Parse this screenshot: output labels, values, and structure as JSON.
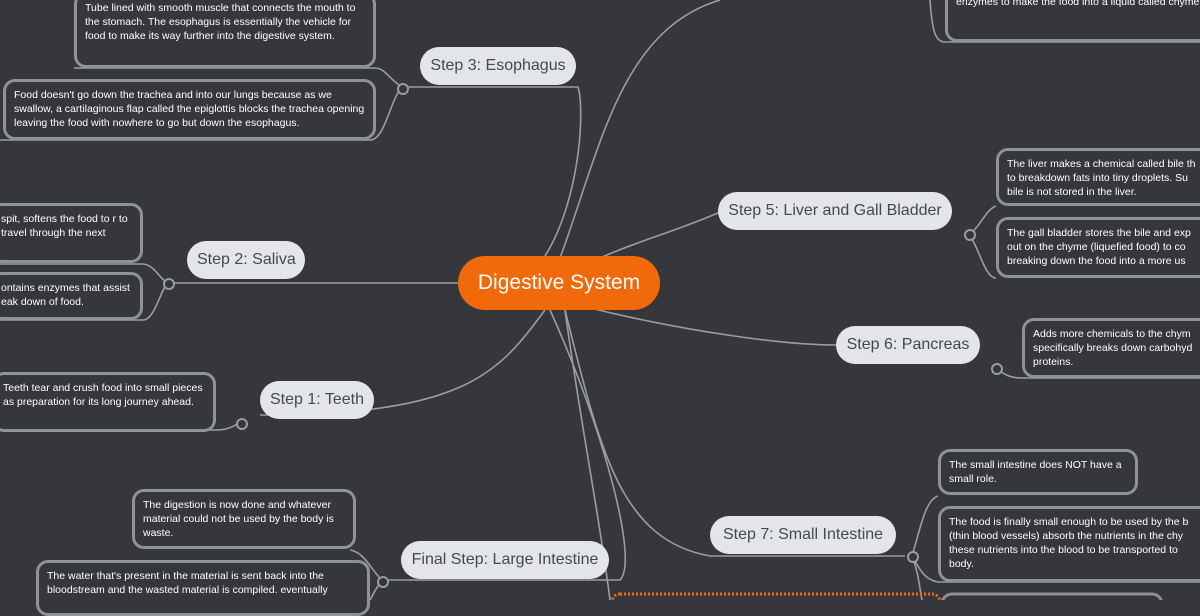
{
  "central": {
    "label": "Digestive System"
  },
  "steps": {
    "teeth": {
      "label": "Step 1: Teeth",
      "notes": [
        "Teeth tear and crush food into small pieces as preparation for its long journey ahead."
      ]
    },
    "saliva": {
      "label": "Step 2: Saliva",
      "notes": [
        "spit, softens the food to r to travel through the next",
        "ontains enzymes that assist eak down of food."
      ]
    },
    "esophagus": {
      "label": "Step 3: Esophagus",
      "notes": [
        "Tube lined with smooth muscle that connects the mouth to the stomach. The esophagus is essentially the vehicle for food to make its way further into the digestive system.",
        "Food doesn't go down the trachea and into our lungs because as we swallow, a cartilaginous flap called the epiglottis blocks the trachea opening leaving the food with nowhere to go but down the esophagus."
      ]
    },
    "stomach": {
      "notes": [
        "enzymes to make the food into a liquid called chyme."
      ]
    },
    "liver": {
      "label": "Step 5: Liver and Gall Bladder",
      "notes": [
        "The liver makes a chemical called bile th to breakdown fats into tiny droplets. Su bile is not stored in the liver.",
        "The gall bladder stores the bile and exp out on the chyme (liquefied food) to co breaking down the food into a more us"
      ]
    },
    "pancreas": {
      "label": "Step 6: Pancreas",
      "notes": [
        "Adds more chemicals to the chym specifically breaks down carbohyd proteins."
      ]
    },
    "small_intestine": {
      "label": "Step 7: Small Intestine",
      "notes": [
        "The small intestine does NOT have a small role.",
        "The food is finally small enough to be used by the b (thin blood vessels) absorb the nutrients in the chy these nutrients into the blood to be transported to body."
      ]
    },
    "large_intestine": {
      "label": "Final Step: Large Intestine",
      "notes": [
        "The digestion is now done and whatever material could not be used by the body is waste.",
        "The water that's present in the material is sent back into the bloodstream and the wasted material is compiled. eventually"
      ]
    }
  },
  "colors": {
    "background": "#35373c",
    "central": "#f06a0c",
    "pill": "#e3e5e8",
    "note_border": "#8f9296",
    "link": "#9a9da1",
    "highlight": "#f06a0c"
  }
}
